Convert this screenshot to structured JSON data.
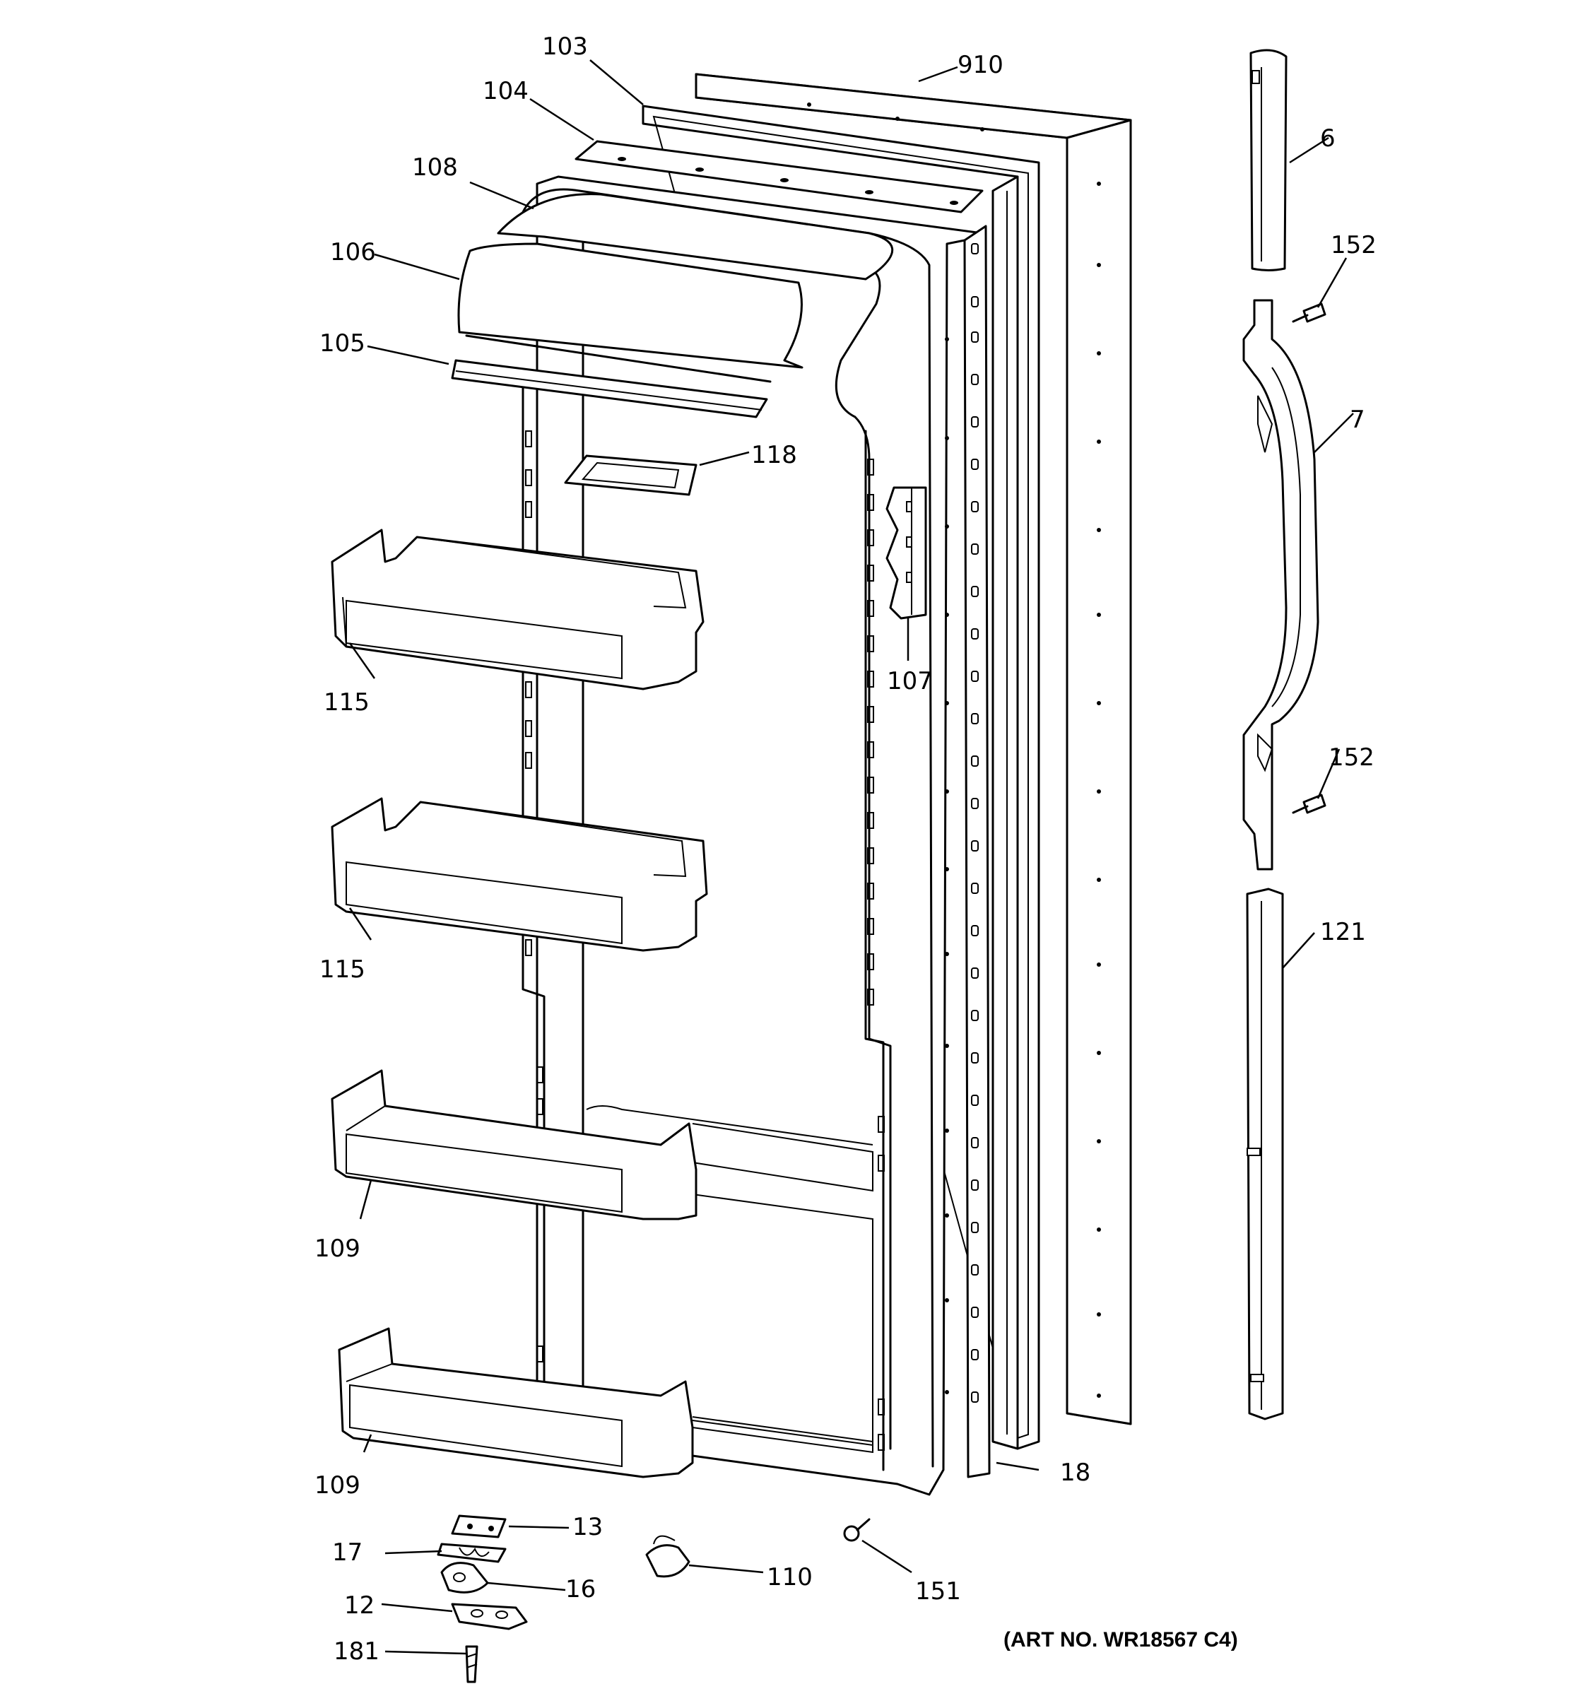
{
  "callouts": {
    "c103": "103",
    "c910": "910",
    "c104": "104",
    "c108": "108",
    "c106": "106",
    "c105": "105",
    "c118": "118",
    "c115a": "115",
    "c115b": "115",
    "c107": "107",
    "c109a": "109",
    "c109b": "109",
    "c6": "6",
    "c152a": "152",
    "c7": "7",
    "c152b": "152",
    "c121": "121",
    "c18": "18",
    "c13": "13",
    "c17": "17",
    "c16": "16",
    "c12": "12",
    "c181": "181",
    "c110": "110",
    "c151": "151"
  },
  "art_number": "(ART NO. WR18567 C4)"
}
